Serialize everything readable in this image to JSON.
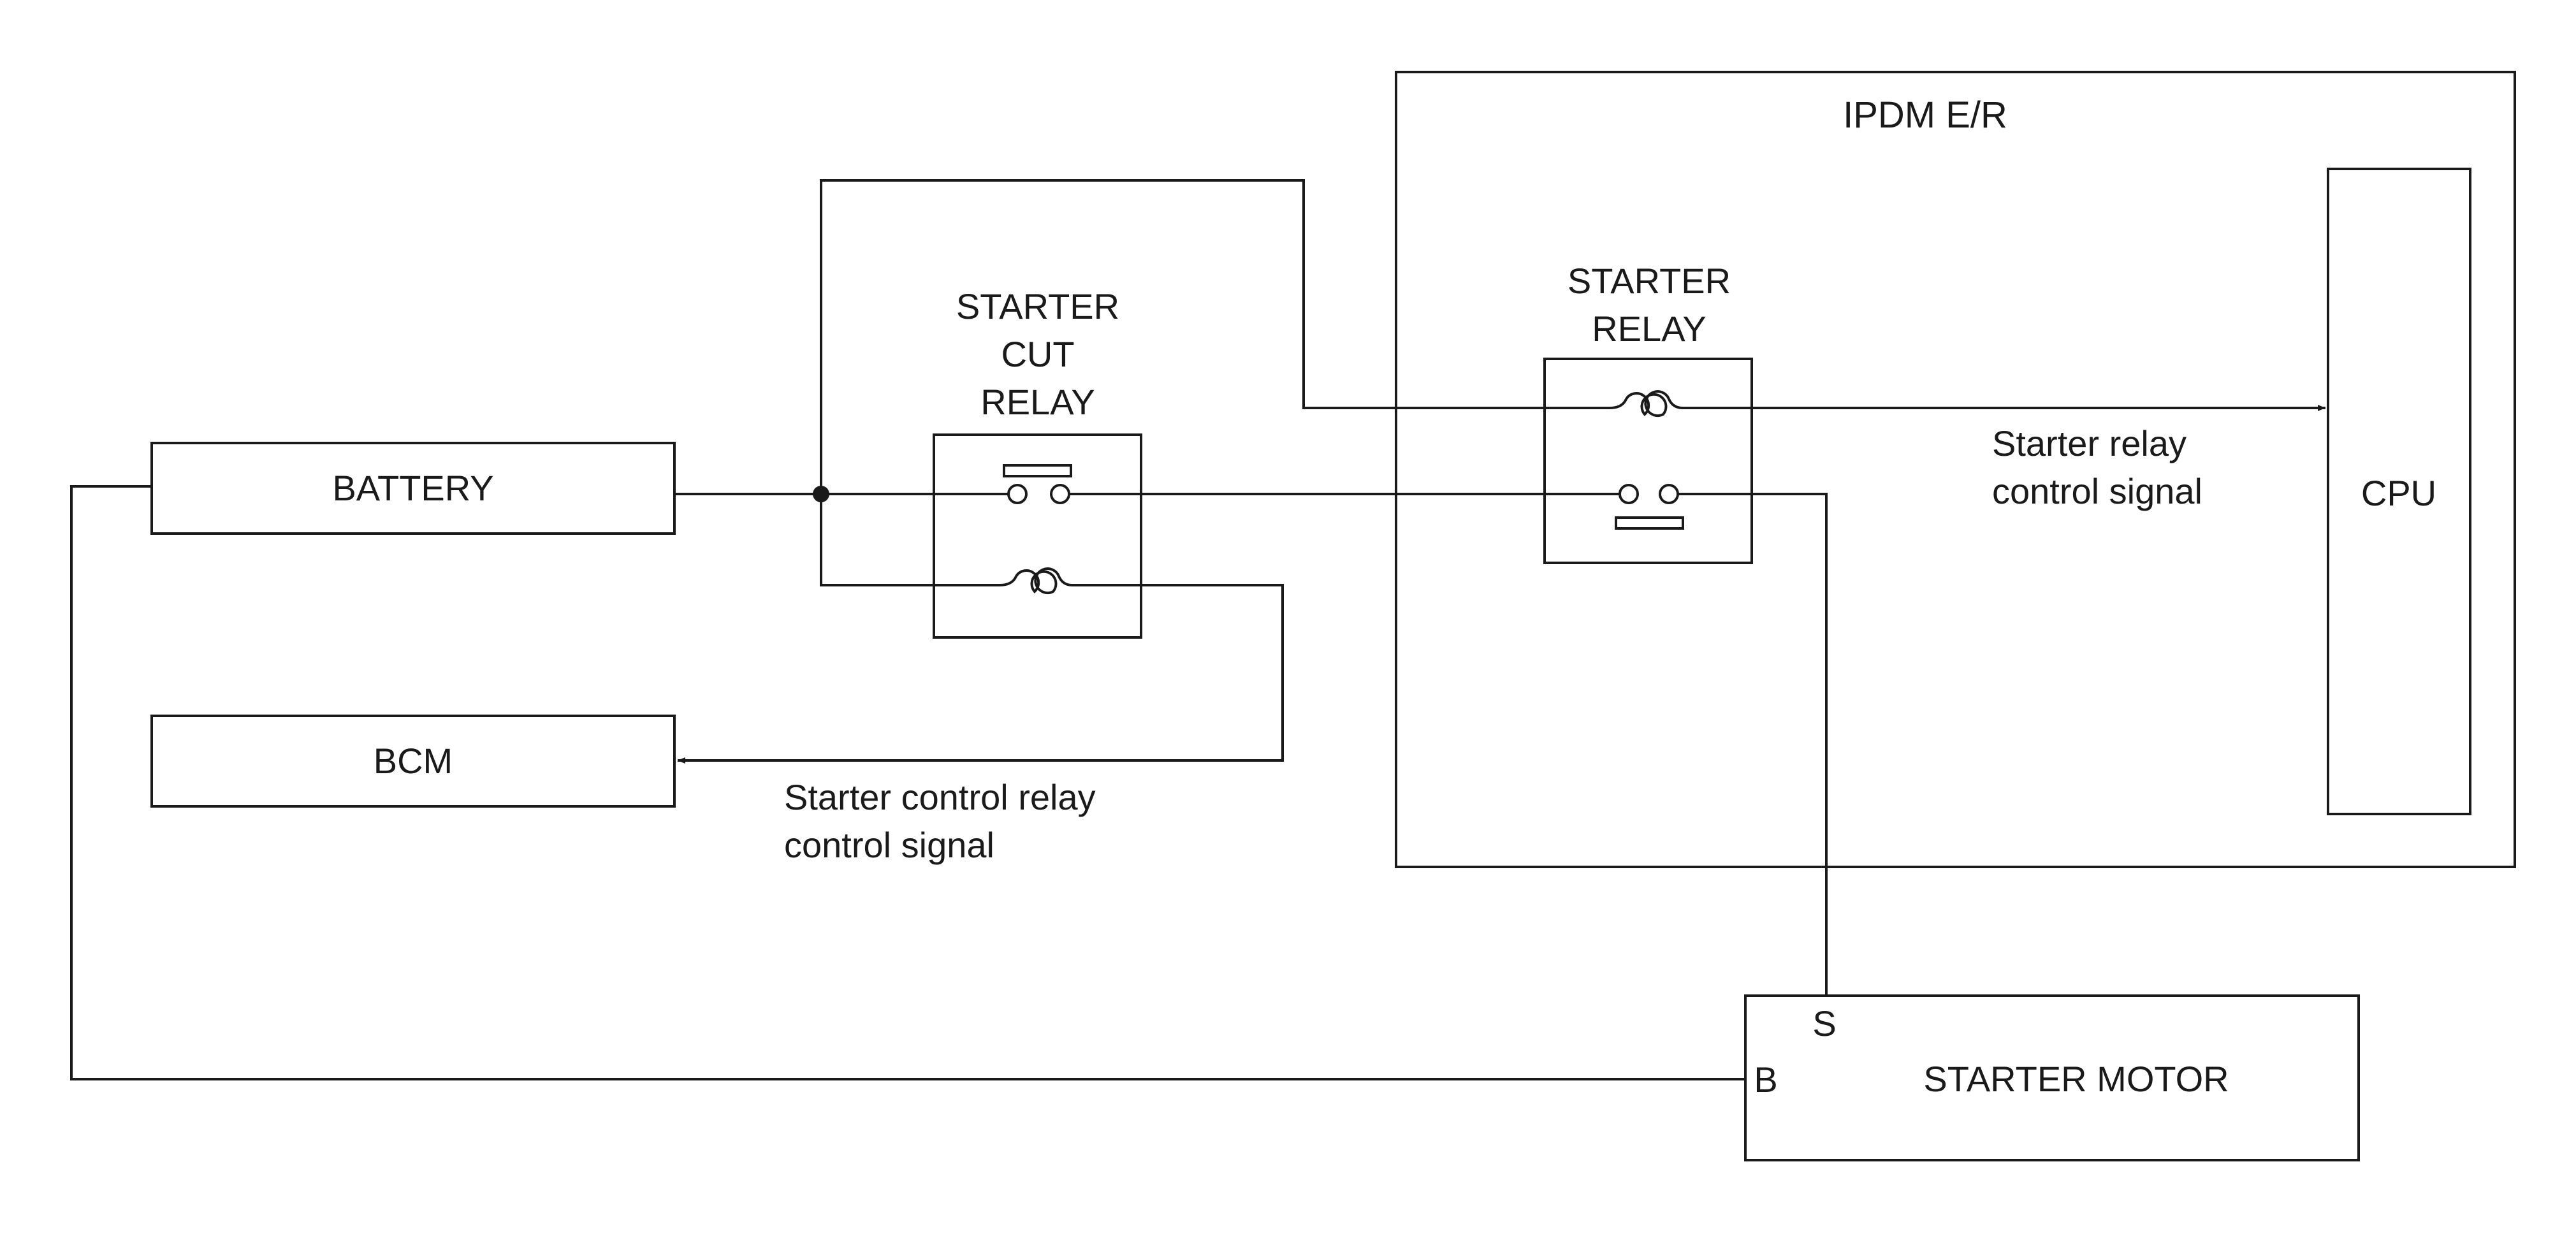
{
  "colors": {
    "line": "#1a1a1a",
    "background": "#ffffff"
  },
  "components": {
    "battery": "BATTERY",
    "bcm": "BCM",
    "starter_cut_relay": [
      "STARTER",
      "CUT",
      "RELAY"
    ],
    "ipdm": "IPDM E/R",
    "starter_relay": [
      "STARTER",
      "RELAY"
    ],
    "cpu": "CPU",
    "starter_motor": "STARTER MOTOR",
    "terminal_s": "S",
    "terminal_b": "B"
  },
  "signals": {
    "starter_relay_control": [
      "Starter relay",
      "control signal"
    ],
    "starter_control_relay_control": [
      "Starter control relay",
      "control signal"
    ]
  }
}
